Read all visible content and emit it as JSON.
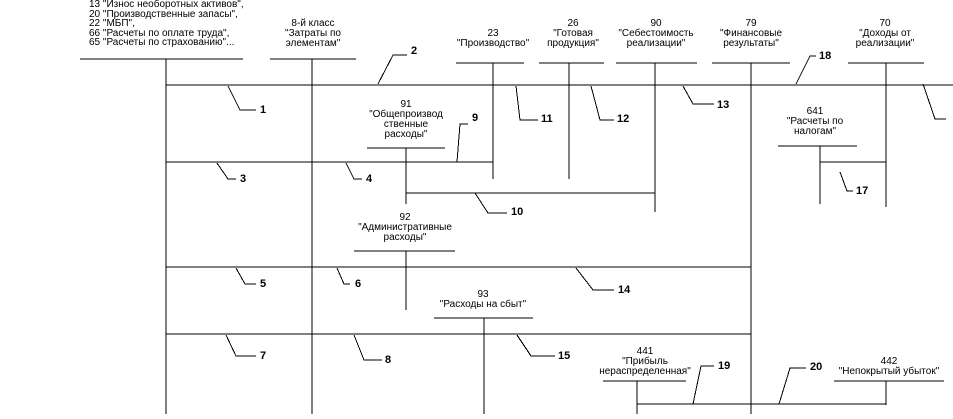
{
  "top_left_list": [
    "13 \"Износ необоротных активов\",",
    "20 \"Производственные запасы\",",
    "22 \"МБП\",",
    "66 \"Расчеты по оплате труда\",",
    "65 \"Расчеты по страхованию\"..."
  ],
  "accounts": {
    "cls8": {
      "line1": "8-й класс",
      "line2": "\"Затраты по",
      "line3": "элементам\""
    },
    "a23": {
      "line1": "23",
      "line2": "\"Производство\""
    },
    "a26": {
      "line1": "26",
      "line2": "\"Готовая",
      "line3": "продукция\""
    },
    "a90": {
      "line1": "90",
      "line2": "\"Себестоимость",
      "line3": "реализации\""
    },
    "a79": {
      "line1": "79",
      "line2": "\"Финансовые",
      "line3": "результаты\""
    },
    "a70": {
      "line1": "70",
      "line2": "\"Доходы от",
      "line3": "реализации\""
    },
    "a91": {
      "line1": "91",
      "line2": "\"Общепроизвод",
      "line3": "ственные",
      "line4": "расходы\""
    },
    "a641": {
      "line1": "641",
      "line2": "\"Расчеты по",
      "line3": "налогам\""
    },
    "a92": {
      "line1": "92",
      "line2": "\"Административные",
      "line3": "расходы\""
    },
    "a93": {
      "line1": "93",
      "line2": "\"Расходы на сбыт\""
    },
    "a441": {
      "line1": "441",
      "line2": "\"Прибыль",
      "line3": "нераспределенная\""
    },
    "a442": {
      "line1": "442",
      "line2": "\"Непокрытый убыток\""
    }
  },
  "flows": [
    "1",
    "2",
    "3",
    "4",
    "5",
    "6",
    "7",
    "8",
    "9",
    "10",
    "11",
    "12",
    "13",
    "14",
    "15",
    "17",
    "18",
    "19",
    "20"
  ]
}
